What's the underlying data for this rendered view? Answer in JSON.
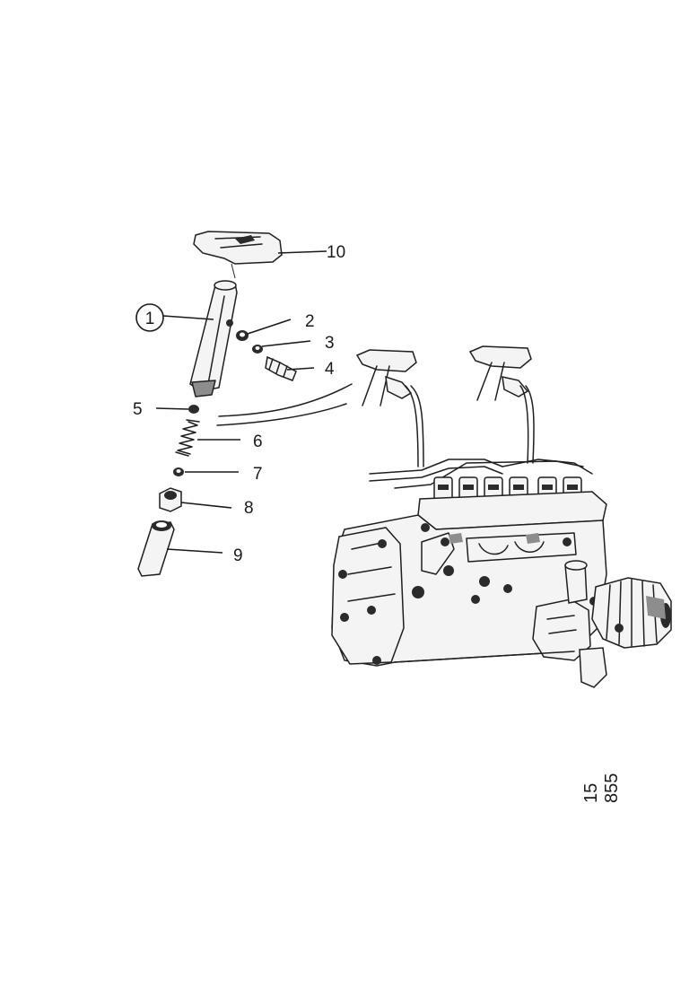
{
  "diagram": {
    "drawing_number": "15 855",
    "callouts": [
      "1",
      "2",
      "3",
      "4",
      "5",
      "6",
      "7",
      "8",
      "9",
      "10"
    ]
  }
}
